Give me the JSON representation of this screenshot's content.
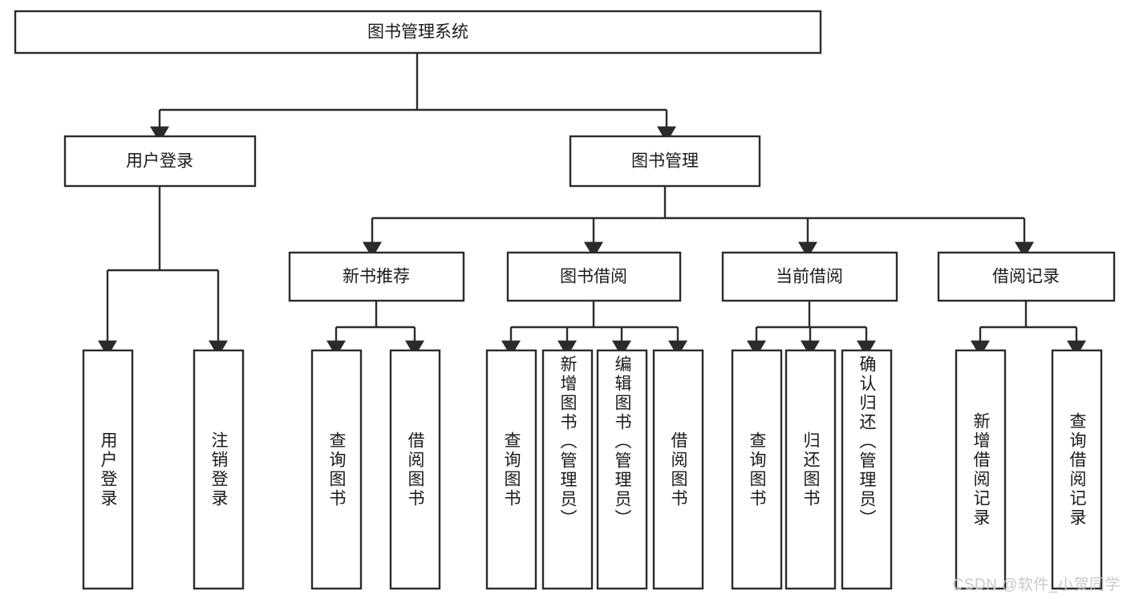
{
  "diagram": {
    "type": "tree-hierarchy",
    "title": "图书管理系统",
    "watermark": "CSDN @软件_小贺同学",
    "colors": {
      "stroke": "#2b2b2b",
      "fill": "#ffffff",
      "text": "#1a1a1a",
      "watermark": "#c9c9c9"
    },
    "root": {
      "label": "图书管理系统",
      "children": [
        {
          "label": "用户登录",
          "children": [
            {
              "label": "用户登录"
            },
            {
              "label": "注销登录"
            }
          ]
        },
        {
          "label": "图书管理",
          "children": [
            {
              "label": "新书推荐",
              "children": [
                {
                  "label": "查询图书"
                },
                {
                  "label": "借阅图书"
                }
              ]
            },
            {
              "label": "图书借阅",
              "children": [
                {
                  "label": "查询图书"
                },
                {
                  "label": "新增图书（管理员）"
                },
                {
                  "label": "编辑图书（管理员）"
                },
                {
                  "label": "借阅图书"
                }
              ]
            },
            {
              "label": "当前借阅",
              "children": [
                {
                  "label": "查询图书"
                },
                {
                  "label": "归还图书"
                },
                {
                  "label": "确认归还（管理员）"
                }
              ]
            },
            {
              "label": "借阅记录",
              "children": [
                {
                  "label": "新增借阅记录"
                },
                {
                  "label": "查询借阅记录"
                }
              ]
            }
          ]
        }
      ]
    },
    "nodes": {
      "root_title": "图书管理系统",
      "l2_user_login": "用户登录",
      "l2_book_manage": "图书管理",
      "l3_new_book": "新书推荐",
      "l3_book_borrow": "图书借阅",
      "l3_current_borrow": "当前借阅",
      "l3_borrow_record": "借阅记录",
      "leaf_user_login": "用户登录",
      "leaf_logout": "注销登录",
      "leaf_nb_query": "查询图书",
      "leaf_nb_borrow": "借阅图书",
      "leaf_bb_query": "查询图书",
      "leaf_bb_add": "新增图书（管理员）",
      "leaf_bb_edit": "编辑图书（管理员）",
      "leaf_bb_borrow": "借阅图书",
      "leaf_cb_query": "查询图书",
      "leaf_cb_return": "归还图书",
      "leaf_cb_confirm": "确认归还（管理员）",
      "leaf_br_add": "新增借阅记录",
      "leaf_br_query": "查询借阅记录"
    }
  }
}
